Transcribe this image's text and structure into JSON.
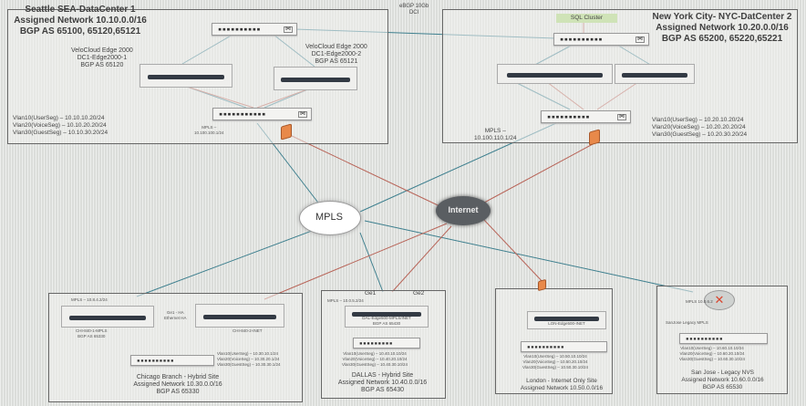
{
  "dci": {
    "label": "eBGP 10Gb\nDCI",
    "line1": "eBGP 10Gb",
    "line2": "DCI"
  },
  "seattle": {
    "title": [
      "Seattle SEA-DataCenter 1",
      "Assigned Network 10.10.0.0/16",
      "BGP AS 65100, 65120,65121"
    ],
    "edge1": [
      "VeloCloud Edge 2000",
      "DC1-Edge2000-1",
      "BGP AS 65120"
    ],
    "edge2": [
      "VeloCloud Edge 2000",
      "DC1-Edge2000-2",
      "BGP AS 65121"
    ],
    "vlans": [
      "Vlan10(UserSeg) – 10.10.10.20/24",
      "Vlan20(VoiceSeg) – 10.10.20.20/24",
      "Vlan30(GuestSeg) – 10.10.30.20/24"
    ],
    "mpls": [
      "MPLS –",
      "10.100.100.1/24"
    ]
  },
  "nyc": {
    "title": [
      "New York City- NYC-DatCenter 2",
      "Assigned Network 10.20.0.0/16",
      "BGP AS 65200, 65220,65221"
    ],
    "sql": "SQL Cluster",
    "vlans": [
      "Vlan10(UserSeg) – 10.20.10.20/24",
      "Vlan20(VoiceSeg) – 10.20.20.20/24",
      "Vlan30(GuestSeg) – 10.20.30.20/24"
    ],
    "mpls": [
      "MPLS –",
      "10.100.110.1/24"
    ]
  },
  "clouds": {
    "mpls": "MPLS",
    "internet": "Internet"
  },
  "chicago": {
    "title": [
      "Chicago Branch - Hybrid Site",
      "Assigned Network 10.30.0.0/16",
      "BGP AS 65330"
    ],
    "mpls": "MPLS – 10.8.4.2/24",
    "edge1": [
      "CHI-840-1-MPLS",
      "BGP AS 65330"
    ],
    "edge2": "CHI-840-2-INET",
    "ha": [
      "Ge1 - HA",
      "Ethernet HA"
    ],
    "vlans": [
      "Vlan10(UserSeg) – 10.30.10.1/24",
      "Vlan20(VoiceSeg) – 10.30.20.1/24",
      "Vlan30(GuestSeg) – 10.30.30.1/24"
    ]
  },
  "dallas": {
    "title": [
      "DALLAS - Hybrid Site",
      "Assigned Network 10.40.0.0/16",
      "BGP AS 65430"
    ],
    "ge1": "Ge1",
    "ge2": "Ge2",
    "mpls": "MPLS – 10.0.5.2/24",
    "edge": [
      "DAL-Edge500-MPLS/INET",
      "BGP AS 65430"
    ],
    "vlans": [
      "Vlan10(UserSeg) – 10.40.10.10/24",
      "Vlan20(VoiceSeg) – 10.40.20.10/24",
      "Vlan30(GuestSeg) – 10.40.30.10/24"
    ]
  },
  "london": {
    "title": [
      "London - Internet Only Site",
      "Assigned Network 10.50.0.0/16"
    ],
    "edge": "LON-Edge500-INET",
    "vlans": [
      "Vlan10(UserSeg) – 10.50.10.10/24",
      "Vlan20(VoiceSeg) – 10.50.20.10/24",
      "Vlan30(GuestSeg) – 10.50.30.10/24"
    ]
  },
  "sanjose": {
    "title": [
      "San Jose - Legacy NVS",
      "Assigned Network 10.60.0.0/16",
      "BGP AS 65530"
    ],
    "router": [
      "MPLS 10.0.6.2",
      "SanJose Legacy MPLS"
    ],
    "vlans": [
      "Vlan10(UserSeg) – 10.60.10.10/24",
      "Vlan20(VoiceSeg) – 10.60.20.10/24",
      "Vlan30(GuestSeg) – 10.60.30.10/24"
    ]
  },
  "colors": {
    "mpls_link": "#3d7f8e",
    "internet_link": "#b86458",
    "firewall": "#e8894a"
  }
}
